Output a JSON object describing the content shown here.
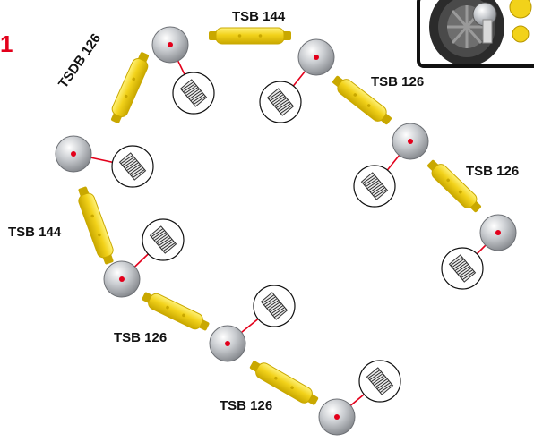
{
  "step_number": "1",
  "colors": {
    "step_number": "#e3001b",
    "part_yellow": "#f2d21a",
    "part_yellow_dark": "#c9a800",
    "ball_gray": "#bfc2c6",
    "connector_red": "#e3001b",
    "outline": "#111111"
  },
  "labels": {
    "tsb144_top": "TSB 144",
    "tsdb126": "TSDB 126",
    "tsb126_right_upper": "TSB 126",
    "tsb126_right_lower": "TSB 126",
    "tsb144_left": "TSB 144",
    "tsb126_bottom_left": "TSB 126",
    "tsb126_bottom": "TSB 126"
  },
  "icons": {
    "inset": "wheel-assembly-icon",
    "spring": "spring-detail-icon",
    "ball": "steel-ball-icon",
    "bar": "yellow-bar-icon"
  }
}
